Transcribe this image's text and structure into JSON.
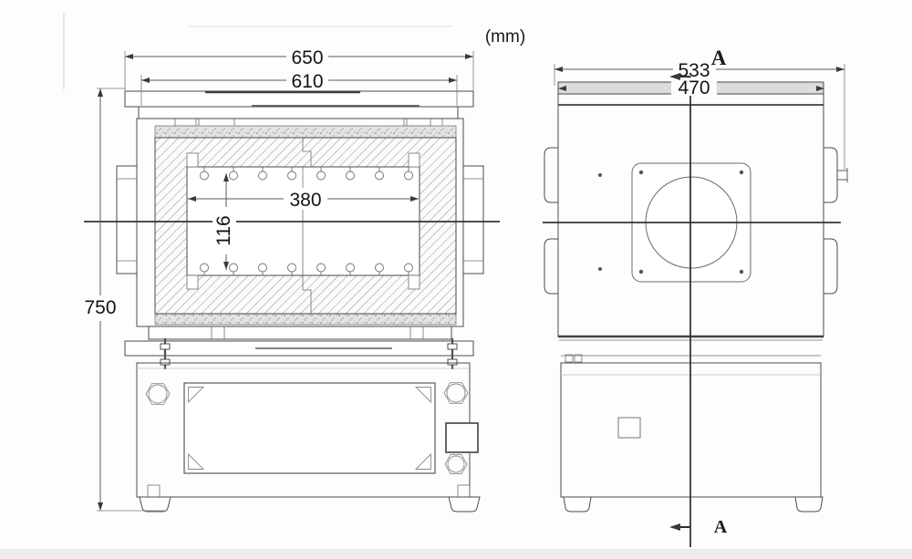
{
  "drawing": {
    "units_label": "(mm)",
    "front_view": {
      "dim_overall_width_mm": "650",
      "dim_case_width_mm": "610",
      "dim_overall_height_mm": "750",
      "dim_chamber_width_mm": "380",
      "dim_chamber_height_mm": "116"
    },
    "side_view": {
      "dim_overall_depth_mm": "533",
      "dim_case_depth_mm": "470",
      "section_marker_top": "A",
      "section_marker_bottom": "A"
    },
    "colors": {
      "line": "#4a4a4a",
      "centerline": "#353535",
      "hatch": "#8f8f8f",
      "dim_text": "#141414",
      "insulation_fill": "#e3e3e3"
    }
  }
}
